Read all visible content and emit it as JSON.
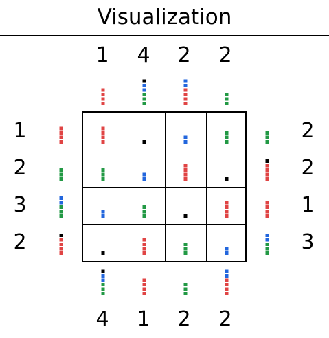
{
  "title": "Visualization",
  "colors": {
    "red": "#e04444",
    "green": "#229944",
    "blue": "#2266dd",
    "black": "#000000"
  },
  "clues": {
    "top": [
      "1",
      "4",
      "2",
      "2"
    ],
    "bottom": [
      "4",
      "1",
      "2",
      "2"
    ],
    "left": [
      "1",
      "2",
      "3",
      "2"
    ],
    "right": [
      "2",
      "2",
      "1",
      "3"
    ]
  },
  "solution": [
    [
      4,
      1,
      2,
      3
    ],
    [
      3,
      2,
      4,
      1
    ],
    [
      2,
      3,
      1,
      4
    ],
    [
      1,
      4,
      3,
      2
    ]
  ],
  "column_stacks_top": [
    [
      4
    ],
    [
      3,
      2,
      1
    ],
    [
      4,
      2
    ],
    [
      3
    ]
  ],
  "column_stacks_bottom": [
    [
      3,
      2,
      1
    ],
    [
      4
    ],
    [
      3
    ],
    [
      4,
      2
    ]
  ],
  "row_stacks_left": [
    [
      4
    ],
    [
      3
    ],
    [
      3,
      2
    ],
    [
      4,
      1
    ]
  ],
  "row_stacks_right": [
    [
      3
    ],
    [
      4,
      1
    ],
    [
      4
    ],
    [
      3,
      2
    ]
  ]
}
